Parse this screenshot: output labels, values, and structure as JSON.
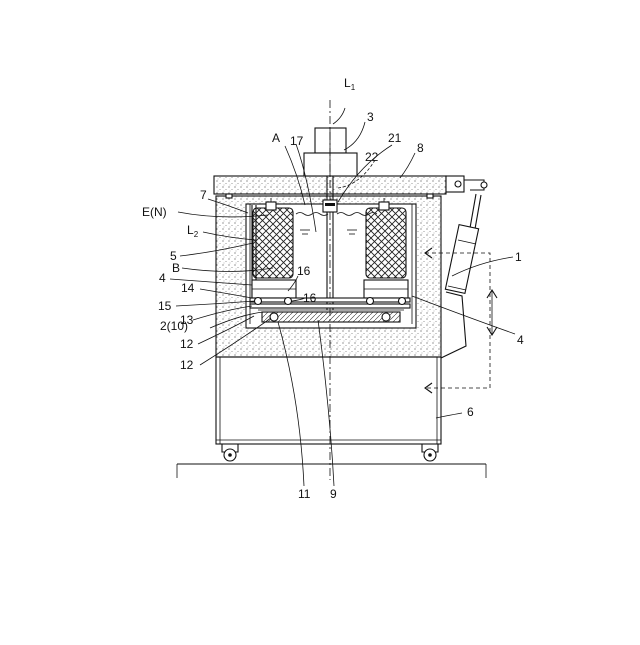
{
  "labels": {
    "l1_main": "L",
    "l1_sub": "1",
    "n3": "3",
    "n17": "17",
    "a": "A",
    "n21": "21",
    "n22": "22",
    "n8": "8",
    "n7": "7",
    "en": "E(N)",
    "l2_main": "L",
    "l2_sub": "2",
    "n5": "5",
    "b": "B",
    "n4_left": "4",
    "n16_a": "16",
    "n14": "14",
    "n16_b": "16",
    "n15": "15",
    "n13": "13",
    "n2_10": "2(10)",
    "n12_a": "12",
    "n12_b": "12",
    "n1": "1",
    "n4_right": "4",
    "n6": "6",
    "n11": "11",
    "n9": "9"
  }
}
